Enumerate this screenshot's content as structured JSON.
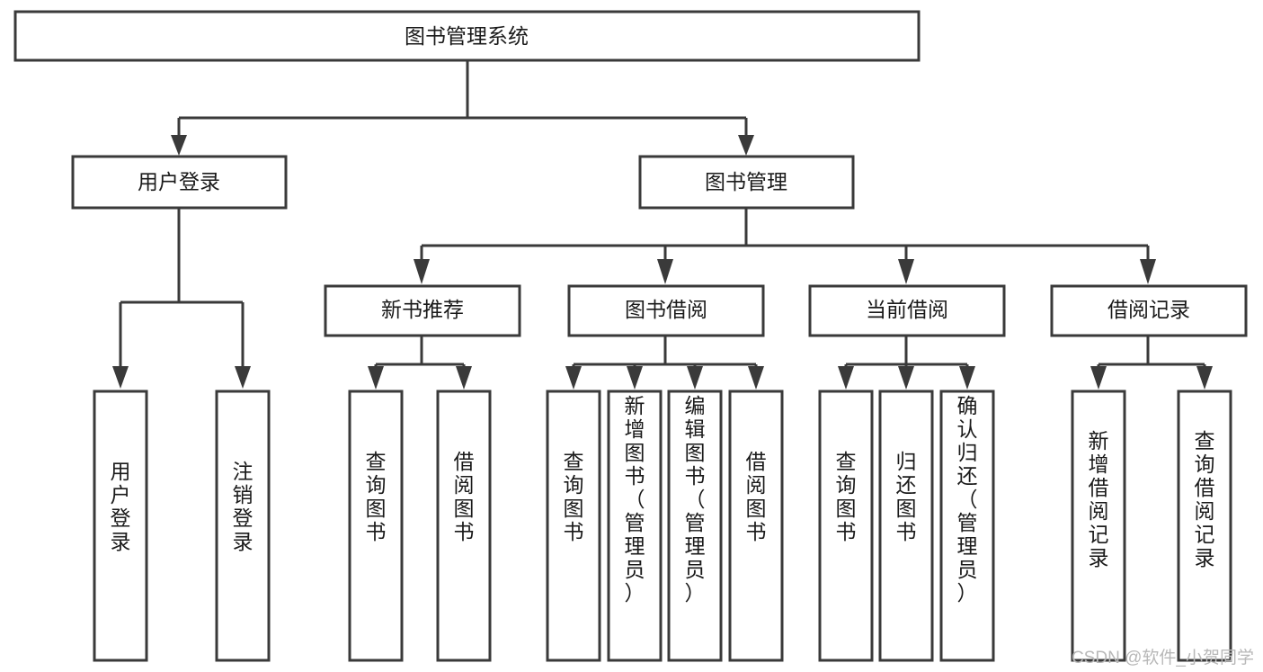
{
  "diagram": {
    "title": "图书管理系统",
    "watermark": "CSDN @软件_小贺同学",
    "type": "tree-hierarchy-chart",
    "colors": {
      "background": "#ffffff",
      "box_fill": "#ffffff",
      "stroke": "#3a3a3a",
      "text": "#1a1a1a",
      "watermark": "#b8b8b8"
    },
    "root": {
      "label": "图书管理系统"
    },
    "level2": [
      {
        "label": "用户登录"
      },
      {
        "label": "图书管理"
      }
    ],
    "level3": [
      {
        "label": "新书推荐"
      },
      {
        "label": "图书借阅"
      },
      {
        "label": "当前借阅"
      },
      {
        "label": "借阅记录"
      }
    ],
    "leaves": {
      "user_login": [
        {
          "label": "用户登录"
        },
        {
          "label": "注销登录"
        }
      ],
      "new_book_recommend": [
        {
          "label": "查询图书"
        },
        {
          "label": "借阅图书"
        }
      ],
      "book_borrow": [
        {
          "label": "查询图书"
        },
        {
          "label": "新增图书（管理员）"
        },
        {
          "label": "编辑图书（管理员）"
        },
        {
          "label": "借阅图书"
        }
      ],
      "current_borrow": [
        {
          "label": "查询图书"
        },
        {
          "label": "归还图书"
        },
        {
          "label": "确认归还（管理员）"
        }
      ],
      "borrow_record": [
        {
          "label": "新增借阅记录"
        },
        {
          "label": "查询借阅记录"
        }
      ]
    }
  }
}
